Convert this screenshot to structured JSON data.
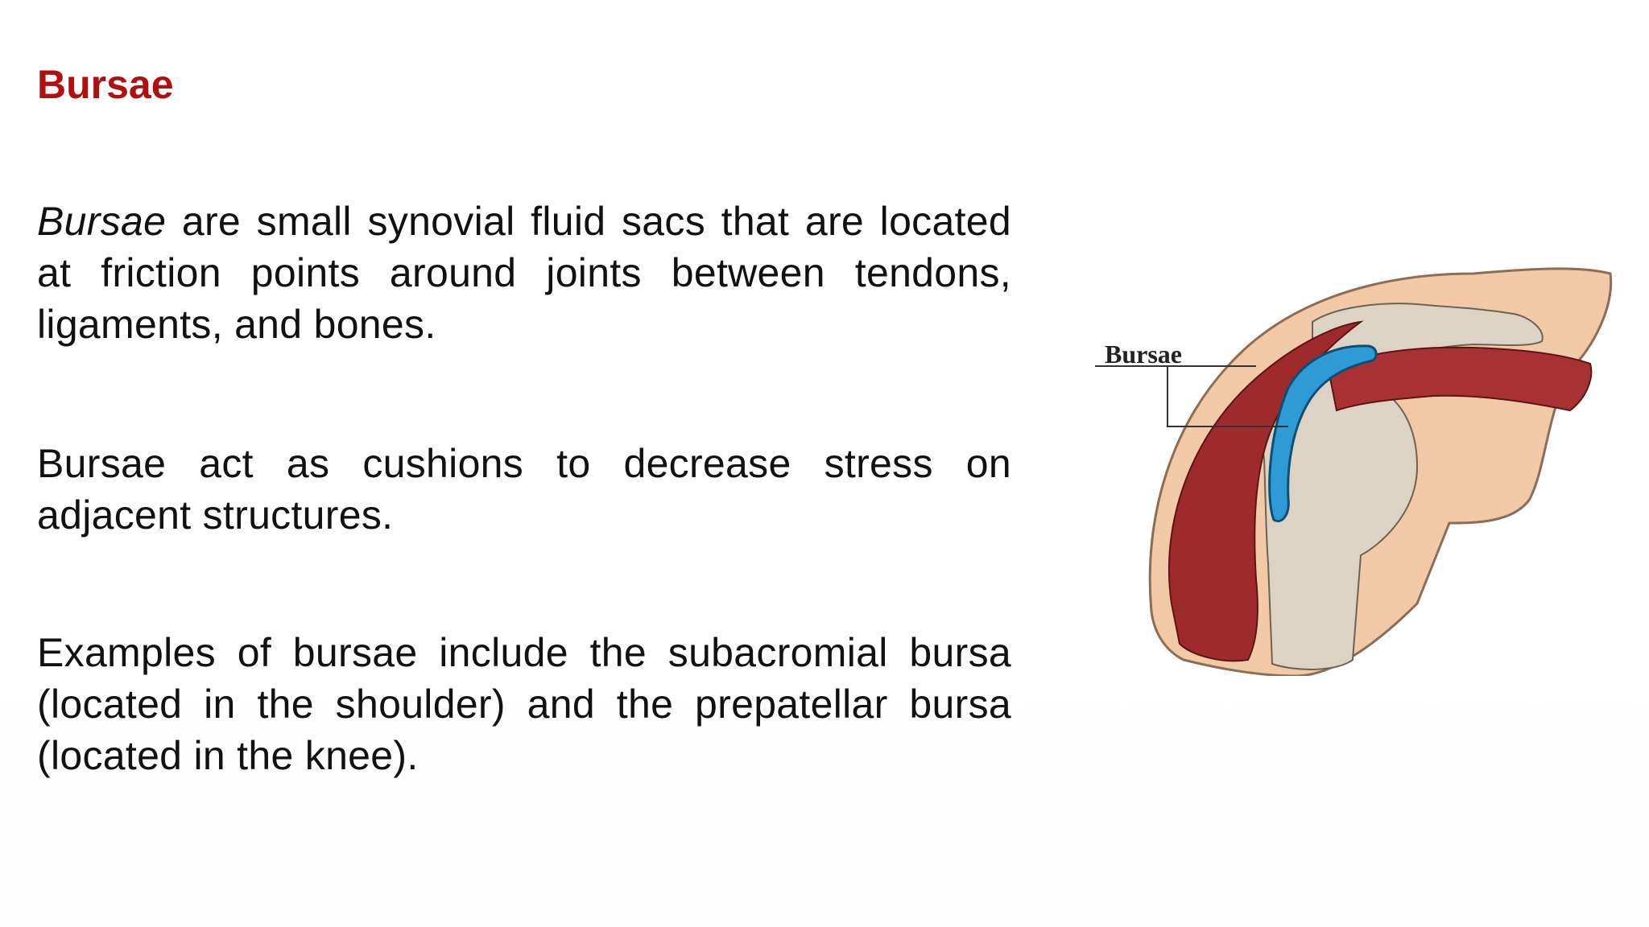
{
  "slide": {
    "title": "Bursae",
    "title_color": "#B01010",
    "paragraphs": [
      {
        "emphasis": "Bursae",
        "text": " are small synovial fluid sacs that are located at friction points around  joints between tendons, ligaments, and bones."
      },
      {
        "text": "Bursae act as cushions to decrease stress on adjacent structures."
      },
      {
        "text": "Examples of bursae include the subacromial bursa (located in the shoulder) and the prepatellar bursa (located in the knee)."
      }
    ]
  },
  "figure": {
    "label": "Bursae",
    "colors": {
      "skin": "#F2C9A6",
      "muscle": "#9E2A2B",
      "bone": "#DCD3C4",
      "bursa": "#2E9BD6"
    }
  }
}
